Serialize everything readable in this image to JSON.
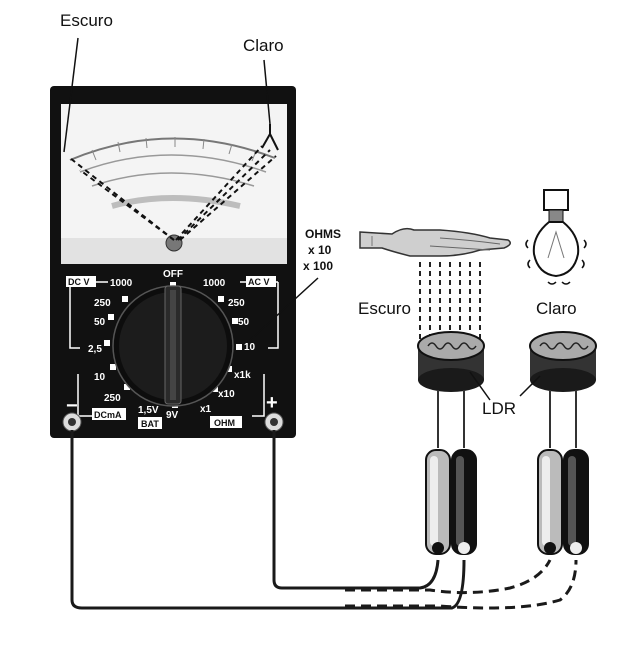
{
  "labels": {
    "escuro_top": "Escuro",
    "claro_top": "Claro",
    "ohms_line1": "OHMS",
    "ohms_line2": "x 10",
    "ohms_line3": "x 100",
    "escuro_ldr": "Escuro",
    "claro_ldr": "Claro",
    "ldr": "LDR"
  },
  "dial": {
    "off": "OFF",
    "dcv": "DC V",
    "acv": "AC V",
    "dcv_1000": "1000",
    "dcv_250": "250",
    "dcv_50": "50",
    "dcv_25": "2,5",
    "acv_1000": "1000",
    "acv_250": "250",
    "acv_50": "50",
    "acv_10": "10",
    "ma_10": "10",
    "ma_250": "250",
    "dcma": "DCmA",
    "bat_15": "1,5V",
    "bat": "BAT",
    "bat_9": "9V",
    "x1k": "x1k",
    "x10": "x10",
    "x1": "x1",
    "ohm": "OHM",
    "minus": "−",
    "plus": "+"
  },
  "colors": {
    "body": "#111111",
    "face": "#f4f4f4",
    "wire": "#1a1a1a",
    "arc": "#888888"
  },
  "icons": {
    "hand": "hand-icon",
    "lamp": "lamp-icon",
    "knob": "rotary-knob-icon"
  }
}
